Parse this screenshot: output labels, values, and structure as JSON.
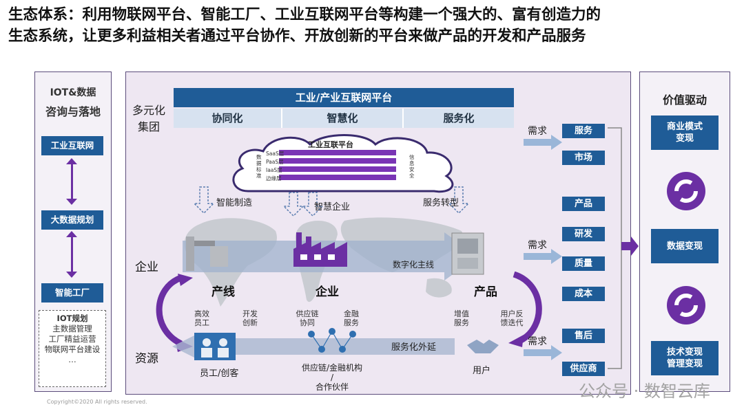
{
  "header": {
    "line1": "生态体系：利用物联网平台、智能工厂、工业互联网平台等构建一个强大的、富有创造力的",
    "line2": "生态系统，让更多利益相关者通过平台协作、开放创新的平台来做产品的开发和产品服务"
  },
  "left": {
    "head1": "IOT&数据",
    "head2": "咨询与落地",
    "boxes": [
      "工业互联网",
      "大数据规划",
      "智能工厂"
    ],
    "iot_title": "IOT规划",
    "iot_items": [
      "主数据管理",
      "工厂精益运营",
      "物联网平台建设",
      "…"
    ]
  },
  "center": {
    "group_label1": "多元化",
    "group_label2": "集团",
    "banner": "工业/产业互联网平台",
    "subs": [
      "协同化",
      "智慧化",
      "服务化"
    ],
    "cloud": {
      "title": "工业互联平台",
      "rows": [
        "SaaS层",
        "PaaS层",
        "IaaS层",
        "边缘层"
      ],
      "left_side": "数据标准",
      "right_side": "信息安全"
    },
    "down_labels": [
      "智能制造",
      "智慧企业",
      "服务转型"
    ],
    "enterprise": "企业",
    "resource": "资源",
    "line": "产线",
    "corp": "企业",
    "product": "产品",
    "digitalize": "数字化主线",
    "small": {
      "a1": "高效员工",
      "a2": "开发创新",
      "b1": "供应链协同",
      "b2": "金融服务",
      "c1": "增值服务",
      "c2": "用户反馈迭代"
    },
    "bottom": {
      "staff": "员工/创客",
      "supply1": "供应链/金融机构",
      "supply2": "/",
      "supply3": "合作伙伴",
      "user": "用户",
      "service": "服务化外延"
    }
  },
  "demand": "需求",
  "right_col": [
    "服务",
    "市场",
    "产品",
    "研发",
    "质量",
    "成本",
    "售后",
    "供应商"
  ],
  "value": {
    "head": "价值驱动",
    "boxes": [
      "商业模式\n变现",
      "数据变现",
      "技术变现\n管理变现"
    ]
  },
  "footer": {
    "copyright": "Copyright©2020 All rights reserved.",
    "watermark": "公众号 · 数智云库"
  },
  "colors": {
    "navy": "#1f5c97",
    "purple": "#6b2fa3",
    "lavender": "#eee7f2"
  }
}
